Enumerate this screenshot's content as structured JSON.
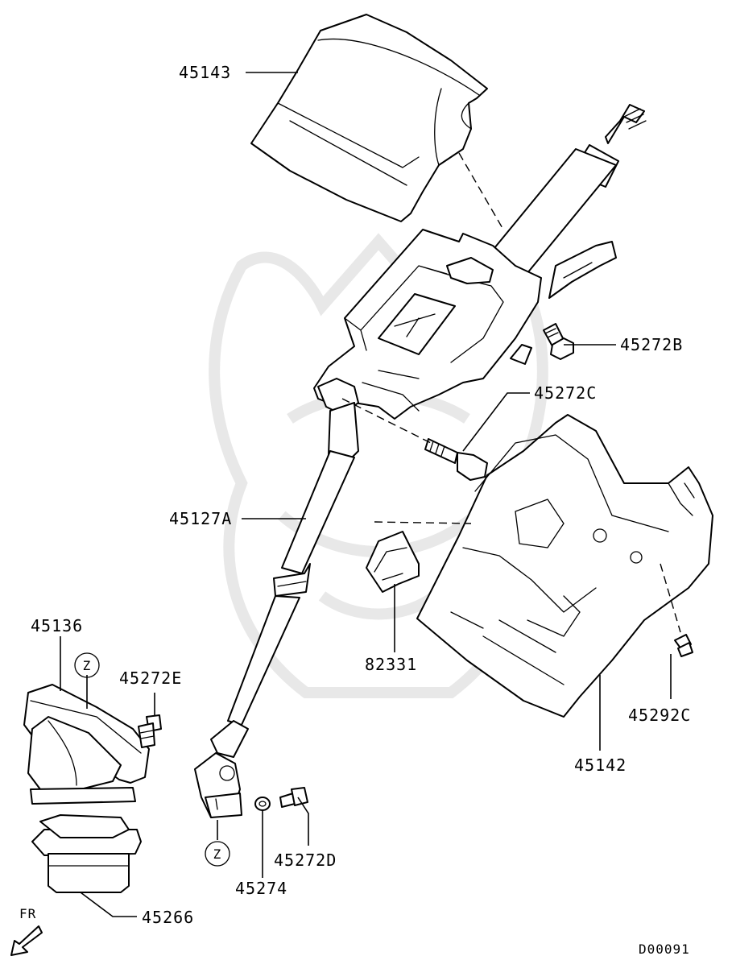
{
  "labels": {
    "p45143": "45143",
    "p45272B": "45272B",
    "p45272C": "45272C",
    "p45127A": "45127A",
    "p45136": "45136",
    "p45272E": "45272E",
    "p82331": "82331",
    "p45292C": "45292C",
    "p45142": "45142",
    "p45272D": "45272D",
    "p45274": "45274",
    "p45266": "45266"
  },
  "markers": {
    "z_top": "Z",
    "z_bottom": "Z"
  },
  "front_indicator": "FR",
  "diagram_code": "D00091",
  "colors": {
    "line": "#000000",
    "background": "#ffffff",
    "watermark": "#e8e8e8"
  }
}
